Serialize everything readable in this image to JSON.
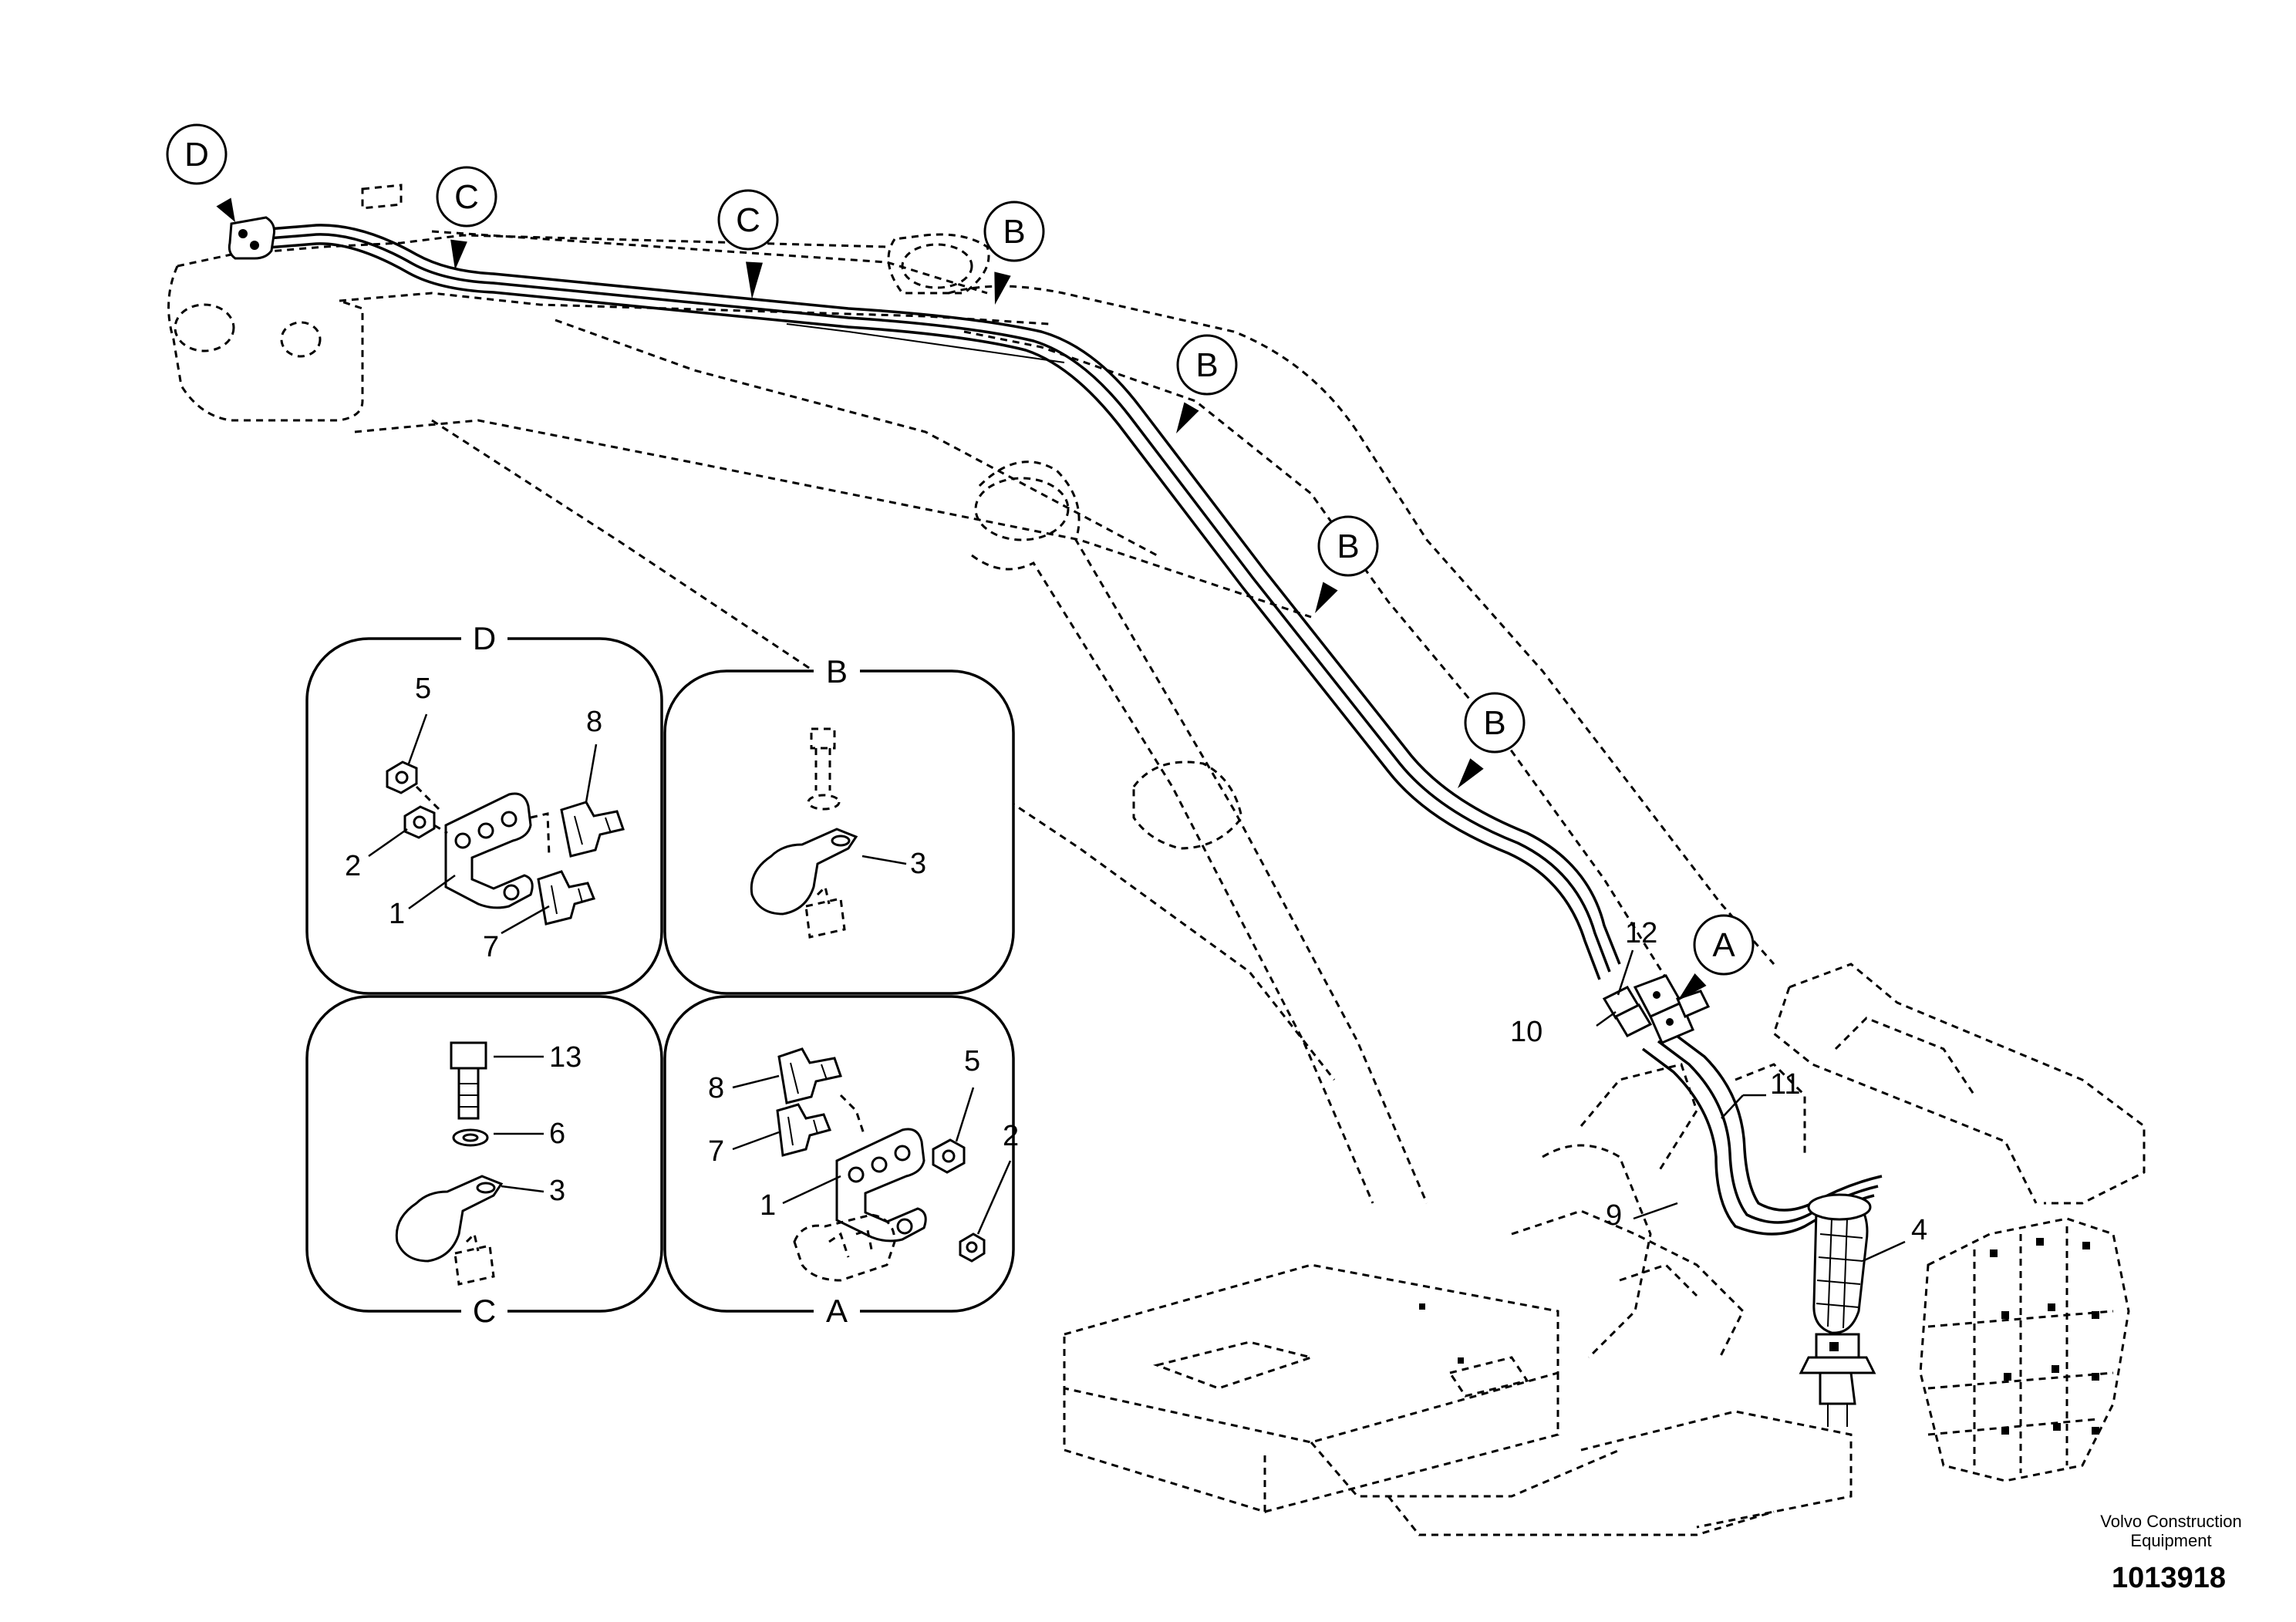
{
  "main_callouts": [
    {
      "id": "D",
      "label": "D"
    },
    {
      "id": "C1",
      "label": "C"
    },
    {
      "id": "C2",
      "label": "C"
    },
    {
      "id": "B1",
      "label": "B"
    },
    {
      "id": "B2",
      "label": "B"
    },
    {
      "id": "B3",
      "label": "B"
    },
    {
      "id": "B4",
      "label": "B"
    },
    {
      "id": "A",
      "label": "A"
    }
  ],
  "main_part_numbers": {
    "n12": "12",
    "n10": "10",
    "n11": "11",
    "n9": "9",
    "n4": "4"
  },
  "detail_panels": {
    "D": {
      "title": "D",
      "parts": {
        "p5": "5",
        "p8": "8",
        "p2": "2",
        "p1": "1",
        "p7": "7"
      }
    },
    "B": {
      "title": "B",
      "parts": {
        "p3": "3"
      }
    },
    "C": {
      "title": "C",
      "parts": {
        "p13": "13",
        "p6": "6",
        "p3": "3"
      }
    },
    "A": {
      "title": "A",
      "parts": {
        "p8": "8",
        "p5": "5",
        "p7": "7",
        "p2": "2",
        "p1": "1"
      }
    }
  },
  "footer": {
    "company_line1": "Volvo Construction",
    "company_line2": "Equipment",
    "drawing_number": "1013918"
  }
}
